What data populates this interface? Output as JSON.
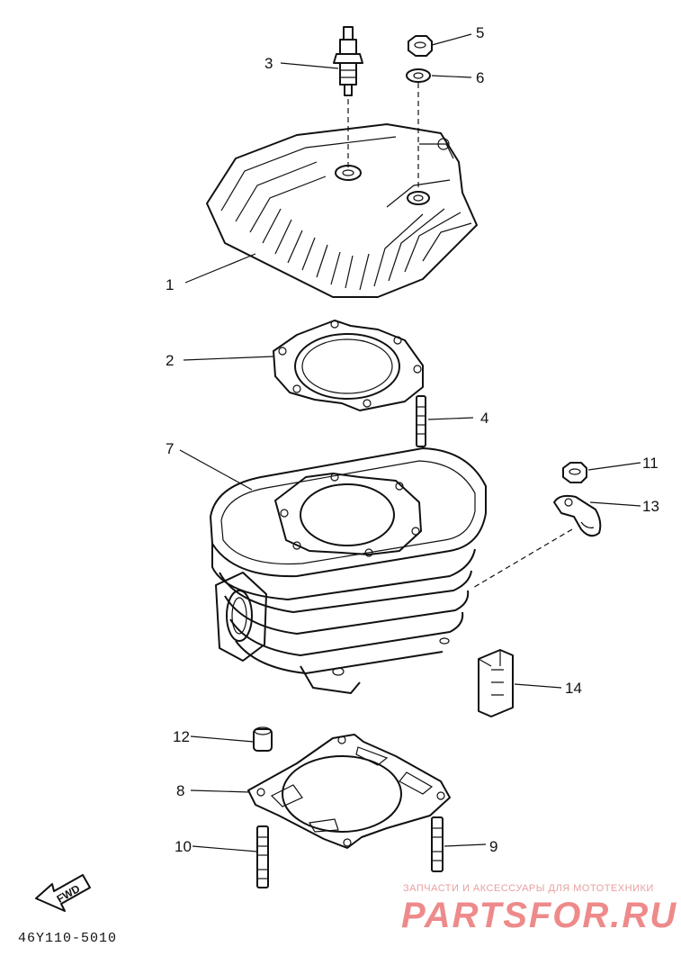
{
  "diagram": {
    "code": "46Y110-5010",
    "fwd_label": "FWD",
    "callouts": [
      {
        "id": "1",
        "label": "1"
      },
      {
        "id": "2",
        "label": "2"
      },
      {
        "id": "3",
        "label": "3"
      },
      {
        "id": "4",
        "label": "4"
      },
      {
        "id": "5",
        "label": "5"
      },
      {
        "id": "6",
        "label": "6"
      },
      {
        "id": "7",
        "label": "7"
      },
      {
        "id": "8",
        "label": "8"
      },
      {
        "id": "9",
        "label": "9"
      },
      {
        "id": "10",
        "label": "10"
      },
      {
        "id": "11",
        "label": "11"
      },
      {
        "id": "12",
        "label": "12"
      },
      {
        "id": "13",
        "label": "13"
      },
      {
        "id": "14",
        "label": "14"
      }
    ]
  },
  "watermark": {
    "tagline": "ЗАПЧАСТИ И АКСЕССУАРЫ ДЛЯ МОТОТЕХНИКИ",
    "brand": "PARTSFOR.RU",
    "color": "#ee8a8a"
  }
}
